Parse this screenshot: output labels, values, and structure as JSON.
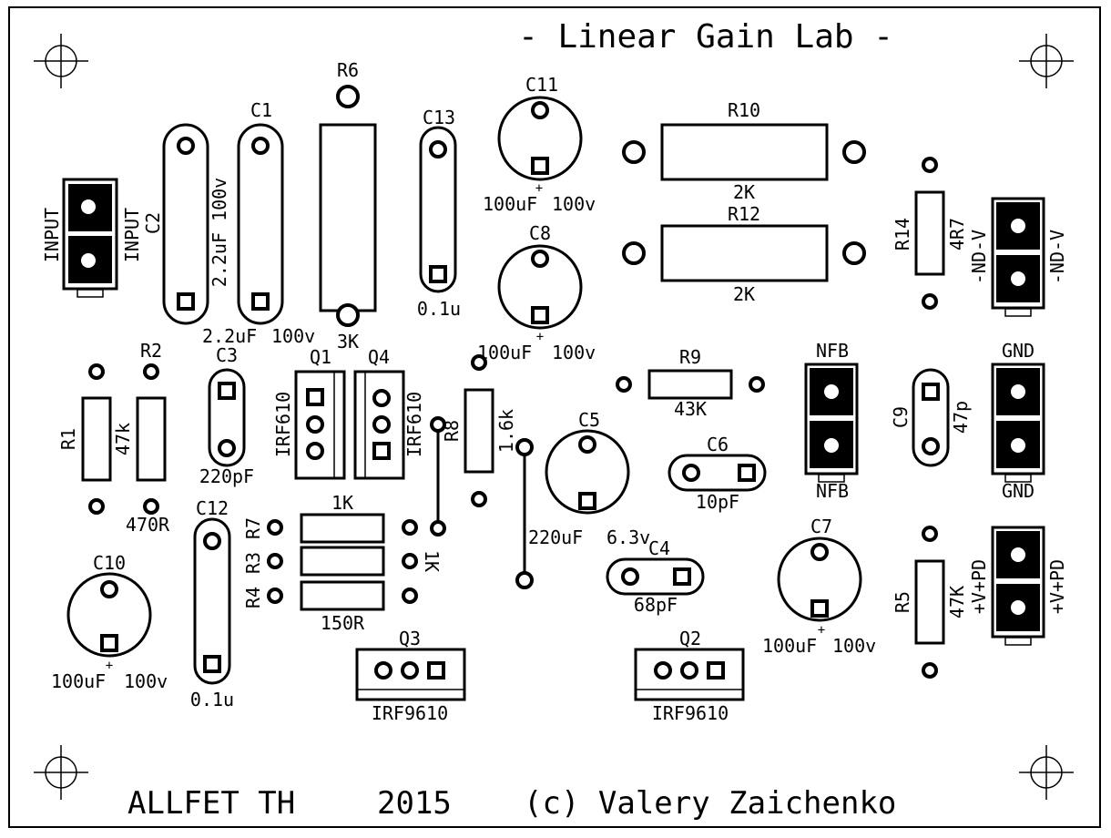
{
  "board": {
    "title": "- Linear Gain Lab -",
    "footer": {
      "project": "ALLFET TH",
      "year": "2015",
      "author": "(c) Valery Zaichenko"
    }
  },
  "components": {
    "input_label_left": "INPUT",
    "input_label_right": "INPUT",
    "c2": "C2",
    "c2_value": "2.2uF 100v",
    "c1": "C1",
    "c1_value": "2.2uF",
    "c1_voltage": "100v",
    "r6": "R6",
    "r6_value": "3K",
    "c13": "C13",
    "c13_value": "0.1u",
    "c11": "C11",
    "c11_value": "100uF",
    "c11_voltage": "100v",
    "c8": "C8",
    "c8_value": "100uF",
    "c8_voltage": "100v",
    "r10": "R10",
    "r10_value": "2K",
    "r12": "R12",
    "r12_value": "2K",
    "r14": "R14",
    "r14_value": "4R7",
    "nd_label_left": "-ND-V",
    "nd_label_right": "-ND-V",
    "r2": "R2",
    "r2_value": "470R",
    "r1": "R1",
    "r1_value": "47k",
    "c3": "C3",
    "c3_value": "220pF",
    "q1": "Q1",
    "q1_part": "IRF610",
    "q4": "Q4",
    "q4_part": "IRF610",
    "r8": "R8",
    "r8_value": "1.6k",
    "r9": "R9",
    "r9_value": "43K",
    "nfb_top": "NFB",
    "nfb_bottom": "NFB",
    "gnd_top": "GND",
    "gnd_bottom": "GND",
    "c9": "C9",
    "c9_value": "47p",
    "c5": "C5",
    "c5_value": "220uF",
    "c5_voltage": "6.3v",
    "c6": "C6",
    "c6_value": "10pF",
    "c4": "C4",
    "c4_value": "68pF",
    "c7": "C7",
    "c7_value": "100uF",
    "c7_voltage": "100v",
    "r5": "R5",
    "r5_value": "47K",
    "vpd_label_left": "+V+PD",
    "vpd_label_right": "+V+PD",
    "c12": "C12",
    "c12_value": "0.1u",
    "r7": "R7",
    "r3": "R3",
    "r4": "R4",
    "r7_value": "1K",
    "r3_value": "1K",
    "r4_value": "150R",
    "c10": "C10",
    "c10_value": "100uF",
    "c10_voltage": "100v",
    "q3": "Q3",
    "q3_part": "IRF9610",
    "q2": "Q2",
    "q2_part": "IRF9610",
    "polarity_mark": "+"
  }
}
